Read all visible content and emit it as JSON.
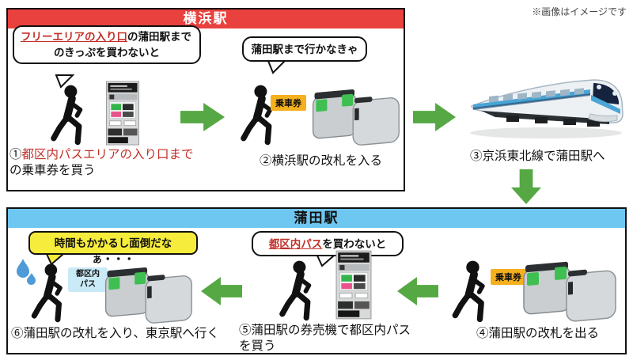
{
  "page": {
    "note": "※画像はイメージです"
  },
  "colors": {
    "header_red": "#e8413e",
    "header_blue": "#6ec7f0",
    "arrow_green": "#55a843",
    "bubble_yellow": "#f6ec3b",
    "badge_orange": "#f5b01e",
    "badge_blue": "#c9eaf6",
    "accent_red": "#c22f28",
    "train_blue": "#49a5d6"
  },
  "yokohama": {
    "title": "横浜駅",
    "step1": {
      "bubble_highlight": "フリーエリアの入り口",
      "bubble_line1_rest": "の蒲田駅まで",
      "bubble_line2": "のきっぷを買わないと",
      "label_num": "①",
      "label_red": "都区内パスエリアの入り口まで",
      "label_black": "の乗車券を買う"
    },
    "step2": {
      "bubble": "蒲田駅まで行かなきゃ",
      "badge": "乗車券",
      "label": "②横浜駅の改札を入る"
    },
    "step3": {
      "label": "③京浜東北線で蒲田駅へ"
    }
  },
  "kamata": {
    "title": "蒲田駅",
    "step4": {
      "badge": "乗車券",
      "label": "④蒲田駅の改札を出る"
    },
    "step5": {
      "bubble_highlight": "都区内パス",
      "bubble_rest": "を買わないと",
      "label_line1": "⑤蒲田駅の券売機で都区内パス",
      "label_line2": "を買う"
    },
    "step6": {
      "bubble": "時間もかかるし面倒だなぁ・・・",
      "badge_line1": "都区内",
      "badge_line2": "パス",
      "label": "⑥蒲田駅の改札を入り、東京駅へ行く"
    }
  }
}
